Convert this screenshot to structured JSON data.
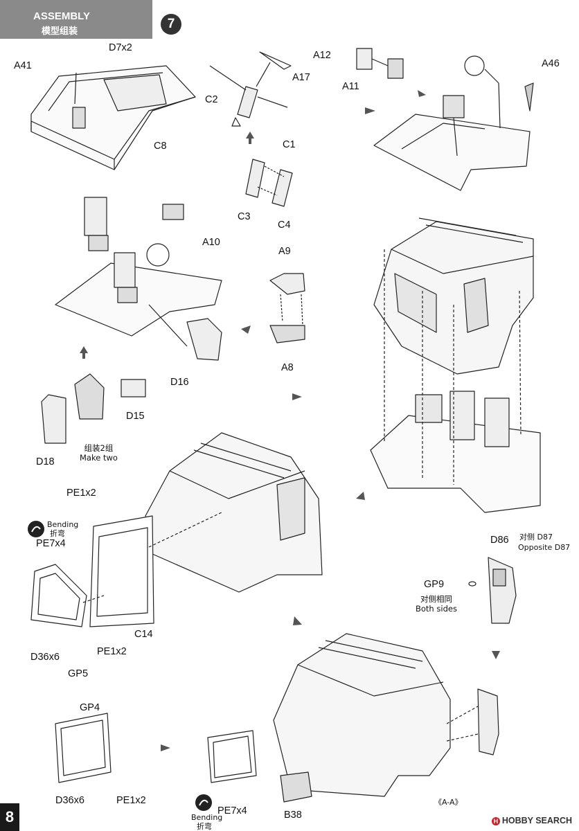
{
  "header": {
    "title_en": "ASSEMBLY",
    "title_cn": "模型组装",
    "step": "7"
  },
  "parts": {
    "d7x2": "D7x2",
    "a41": "A41",
    "c8": "C8",
    "c2": "C2",
    "a17": "A17",
    "c1": "C1",
    "c3": "C3",
    "c4": "C4",
    "a12": "A12",
    "a11": "A11",
    "a46": "A46",
    "a10": "A10",
    "a9": "A9",
    "a8": "A8",
    "d16": "D16",
    "d15": "D15",
    "d18": "D18",
    "pe1x2_a": "PE1x2",
    "pe7x4_a": "PE7x4",
    "d36x6_a": "D36x6",
    "gp5": "GP5",
    "pe1x2_b": "PE1x2",
    "c14": "C14",
    "d86": "D86",
    "d87_cn": "对侧 D87",
    "d87_en": "Opposite D87",
    "gp9": "GP9",
    "gp4": "GP4",
    "d36x6_b": "D36x6",
    "pe1x2_c": "PE1x2",
    "pe7x4_b": "PE7x4",
    "b38": "B38"
  },
  "notes": {
    "make_two_cn": "组装2组",
    "make_two_en": "Make two",
    "bending_en": "Bending",
    "bending_cn": "折弯",
    "both_sides_cn": "对侧相同",
    "both_sides_en": "Both sides",
    "section": "《A-A》"
  },
  "footer": {
    "page": "8",
    "watermark": "HOBBY SEARCH",
    "watermark_logo": "H"
  },
  "colors": {
    "header_bg": "#8a8a8a",
    "badge_bg": "#333333",
    "page_num_bg": "#1a1a1a",
    "watermark_logo": "#c0262c"
  }
}
